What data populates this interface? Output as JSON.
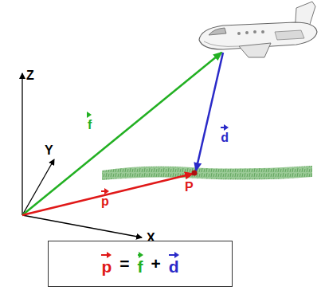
{
  "diagram": {
    "nodes": [
      {
        "text": [
          "p",
          "=",
          "f",
          "+",
          "d"
        ]
      }
    ],
    "labels": [
      "Z",
      "Y",
      "X",
      "f",
      "d",
      "p",
      "P"
    ]
  }
}
